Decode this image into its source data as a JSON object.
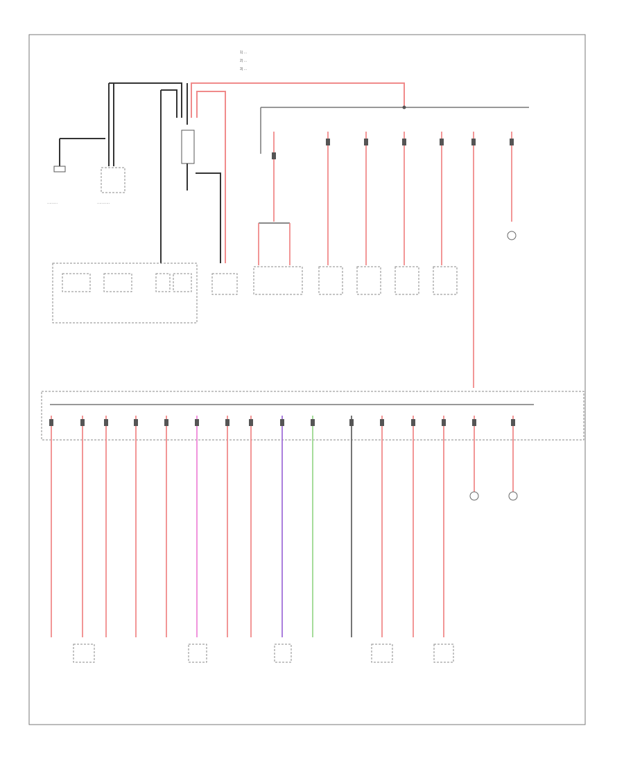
{
  "legend": [
    "1) ...",
    "2) ...",
    "3) ..."
  ],
  "code": "",
  "colors": {
    "red": "#f08a8a",
    "pink": "#ee88d8",
    "purple": "#a070d8",
    "green": "#9cd890",
    "gray": "#666666",
    "black": "#333333"
  }
}
